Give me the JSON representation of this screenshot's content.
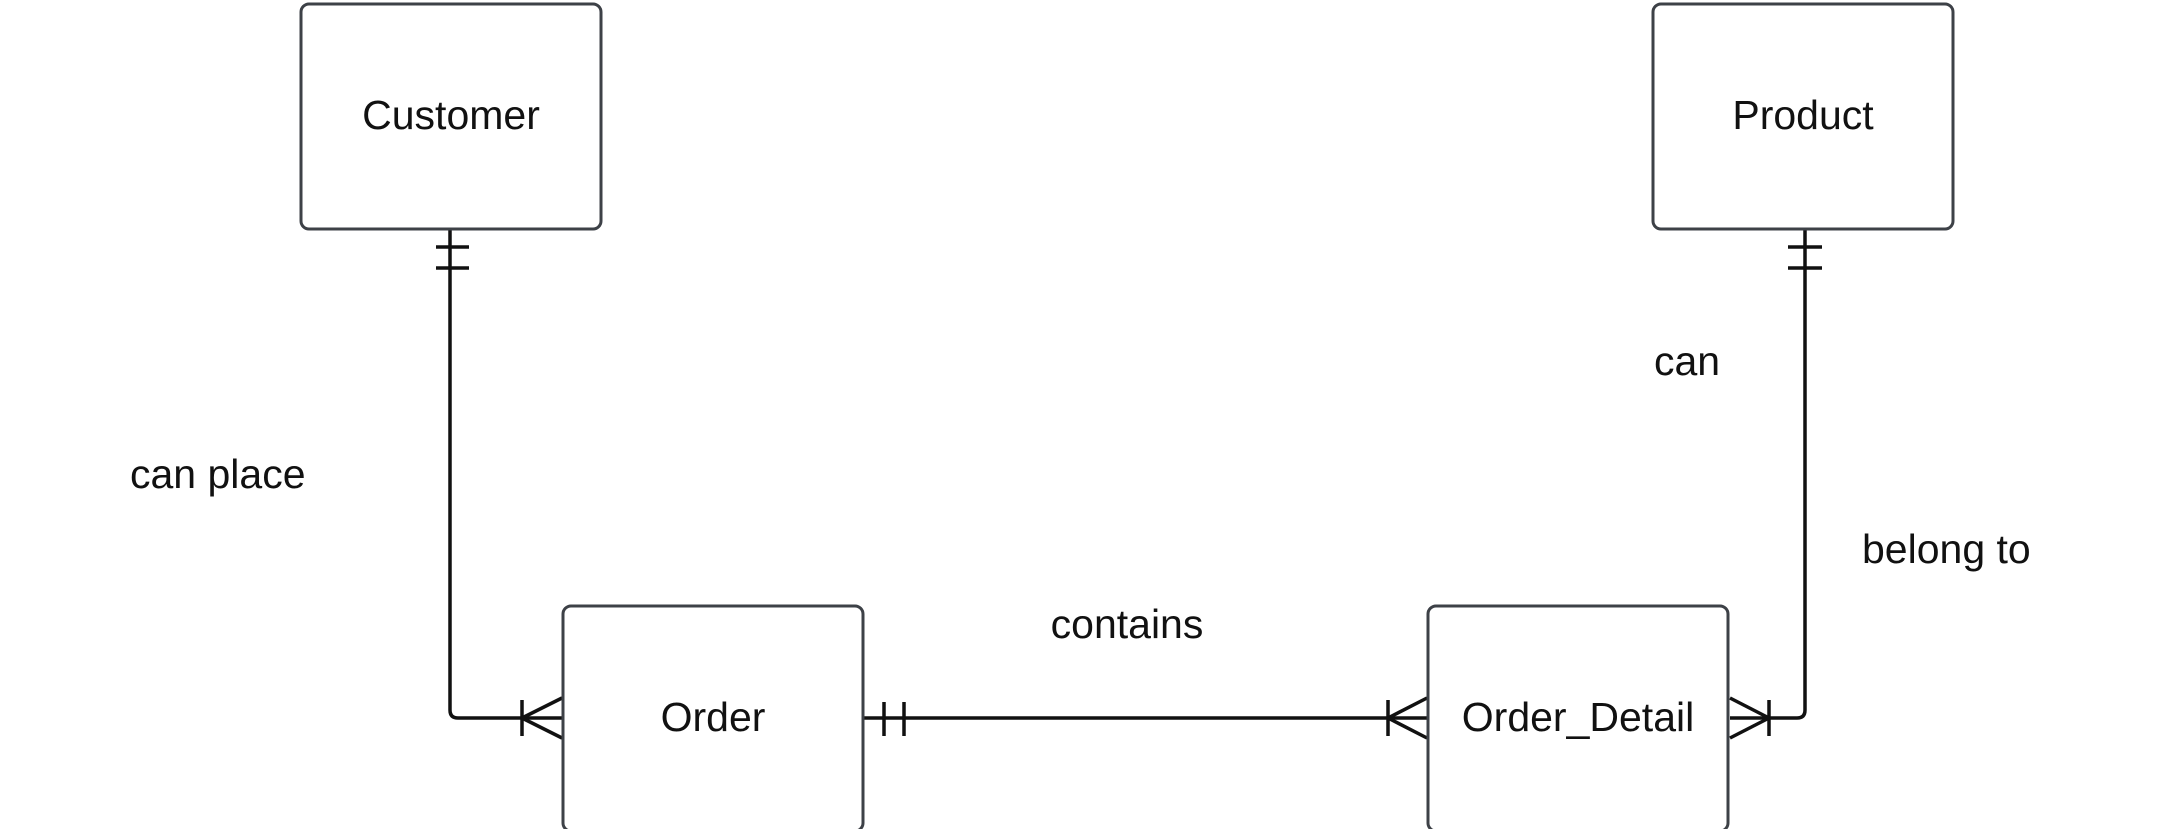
{
  "diagram": {
    "entities": [
      {
        "id": "customer",
        "label": "Customer"
      },
      {
        "id": "product",
        "label": "Product"
      },
      {
        "id": "order",
        "label": "Order"
      },
      {
        "id": "order_detail",
        "label": "Order_Detail"
      }
    ],
    "relationships": [
      {
        "id": "customer-order",
        "from": "customer",
        "to": "order",
        "label": "can place",
        "from_cardinality": "one-and-only-one",
        "to_cardinality": "one-or-many"
      },
      {
        "id": "order-order_detail",
        "from": "order",
        "to": "order_detail",
        "label": "contains",
        "from_cardinality": "one-and-only-one",
        "to_cardinality": "one-or-many"
      },
      {
        "id": "product-order_detail",
        "from": "product",
        "to": "order_detail",
        "label_parts": [
          "can",
          "belong to"
        ],
        "from_cardinality": "one-and-only-one",
        "to_cardinality": "one-or-many"
      }
    ],
    "colors": {
      "entity_border": "#3d4147",
      "line": "#111111",
      "background": "#ffffff"
    }
  }
}
